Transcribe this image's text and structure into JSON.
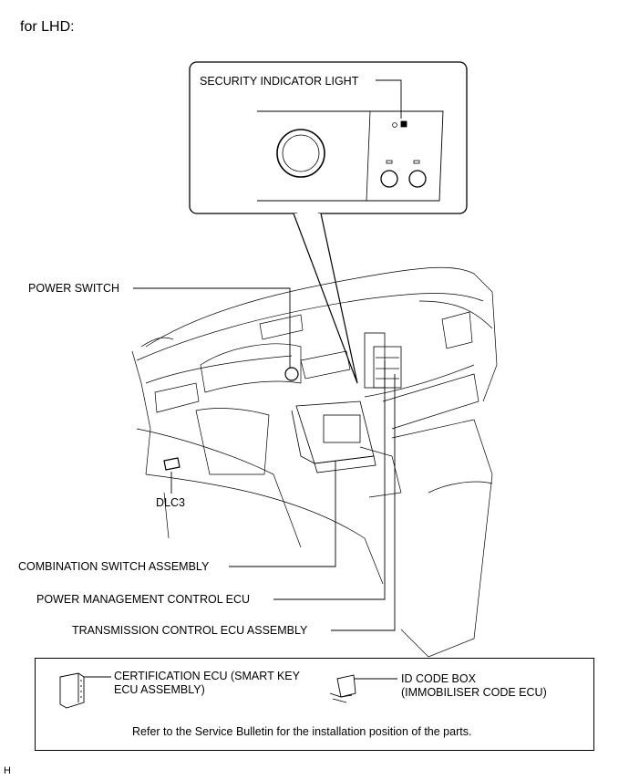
{
  "header": "for LHD:",
  "labels": {
    "security_indicator_light": "SECURITY INDICATOR LIGHT",
    "power_switch": "POWER SWITCH",
    "dlc3": "DLC3",
    "combination_switch_assembly": "COMBINATION SWITCH ASSEMBLY",
    "power_management_control_ecu": "POWER MANAGEMENT CONTROL ECU",
    "transmission_control_ecu_assembly": "TRANSMISSION CONTROL ECU ASSEMBLY"
  },
  "legend": {
    "certification_ecu_line1": "CERTIFICATION ECU (SMART KEY",
    "certification_ecu_line2": "ECU ASSEMBLY)",
    "id_code_box_line1": "ID CODE BOX",
    "id_code_box_line2": "(IMMOBILISER CODE ECU)",
    "note": "Refer to the Service Bulletin for the installation position of the parts."
  },
  "corner_mark": "H"
}
